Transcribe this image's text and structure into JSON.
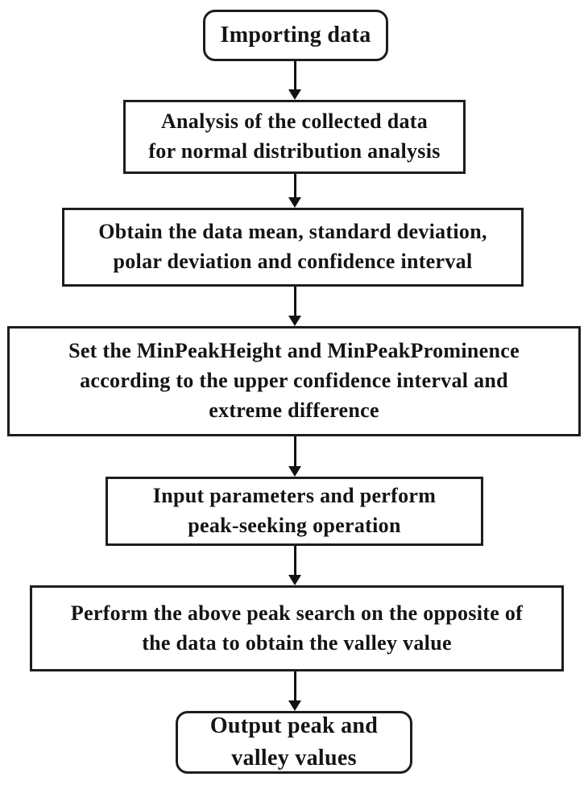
{
  "flowchart": {
    "type": "vertical-flowchart",
    "colors": {
      "background": "#ffffff",
      "box_border": "#1d1d1d",
      "text": "#141414",
      "arrow": "#121212"
    },
    "nodes": [
      {
        "id": "importing-data",
        "shape": "rounded",
        "label": "Importing data"
      },
      {
        "id": "analysis-collected-data",
        "shape": "rect",
        "label": "Analysis of the collected data\nfor normal distribution analysis"
      },
      {
        "id": "obtain-statistics",
        "shape": "rect",
        "label": "Obtain the data mean, standard deviation,\npolar deviation and confidence interval"
      },
      {
        "id": "set-peak-parameters",
        "shape": "rect",
        "label": "Set the MinPeakHeight and MinPeakProminence\naccording to the upper confidence interval and\nextreme difference"
      },
      {
        "id": "peak-seeking-operation",
        "shape": "rect",
        "label": "Input parameters and perform\npeak-seeking operation"
      },
      {
        "id": "valley-search",
        "shape": "rect",
        "label": "Perform the above peak search on the opposite of\nthe data to obtain the valley value"
      },
      {
        "id": "output-values",
        "shape": "rounded",
        "label": "Output peak and\nvalley values"
      }
    ],
    "edges": [
      {
        "from": "importing-data",
        "to": "analysis-collected-data"
      },
      {
        "from": "analysis-collected-data",
        "to": "obtain-statistics"
      },
      {
        "from": "obtain-statistics",
        "to": "set-peak-parameters"
      },
      {
        "from": "set-peak-parameters",
        "to": "peak-seeking-operation"
      },
      {
        "from": "peak-seeking-operation",
        "to": "valley-search"
      },
      {
        "from": "valley-search",
        "to": "output-values"
      }
    ]
  }
}
